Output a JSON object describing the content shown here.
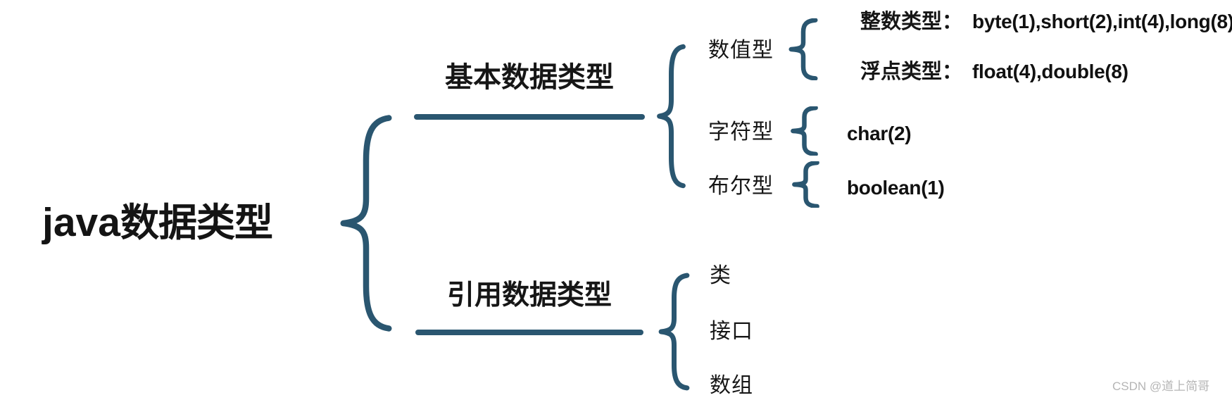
{
  "page": {
    "background": "#ffffff",
    "accent_color": "#2a5670",
    "text_color": "#1b1b1b",
    "watermark_color": "#b5b5b5"
  },
  "watermark": {
    "text": "CSDN @道上简哥"
  },
  "mindmap": {
    "root": {
      "latin": "java",
      "cjk": "数据类型"
    },
    "branches": [
      {
        "label": "基本数据类型",
        "children": [
          {
            "label": "数值型",
            "items": [
              {
                "prefix": "整数类型：",
                "code": "byte(1),short(2),int(4),long(8)"
              },
              {
                "prefix": "浮点类型：",
                "code": "float(4),double(8)"
              }
            ]
          },
          {
            "label": "字符型",
            "items": [
              {
                "prefix": "",
                "code": "char(2)"
              }
            ]
          },
          {
            "label": "布尔型",
            "items": [
              {
                "prefix": "",
                "code": "boolean(1)"
              }
            ]
          }
        ]
      },
      {
        "label": "引用数据类型",
        "children": [
          {
            "label": "类"
          },
          {
            "label": "接口"
          },
          {
            "label": "数组"
          }
        ]
      }
    ]
  }
}
